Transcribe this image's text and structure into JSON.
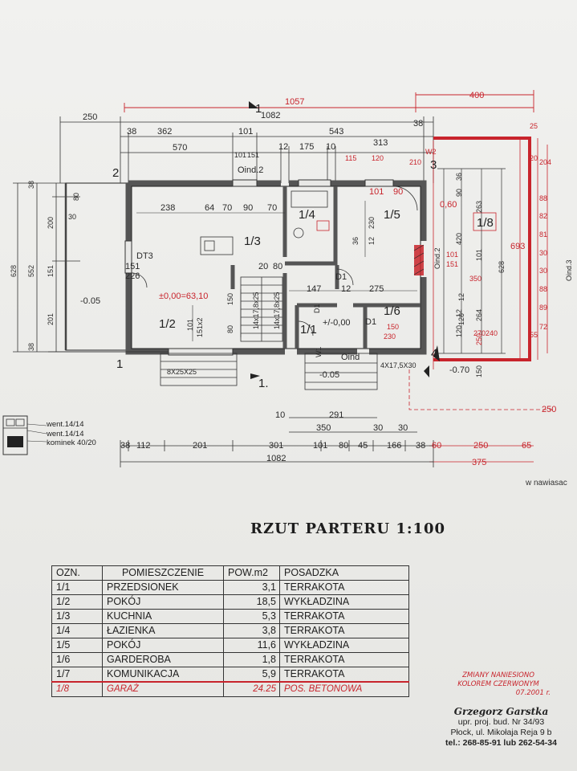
{
  "plan": {
    "title": "RZUT PARTERU 1:100",
    "side_note": "w nawiasac",
    "top_dims": {
      "red_total": "1057",
      "red_garage": "400",
      "total": "1082",
      "row1_left": "250",
      "row2": [
        "38",
        "362",
        "101",
        "543",
        "38"
      ],
      "row3": [
        "570",
        "101",
        "151",
        "12",
        "175",
        "10",
        "313"
      ],
      "oind2": "Oind.2"
    },
    "bottom_dims": {
      "row1": [
        "10",
        "291"
      ],
      "row1b": [
        "350",
        "30",
        "30"
      ],
      "row2": [
        "38",
        "112",
        "201",
        "301",
        "101",
        "80",
        "45",
        "166",
        "38"
      ],
      "row2_red": [
        "60",
        "250",
        "65"
      ],
      "total": "1082",
      "total_red": "375",
      "right_red": "250"
    },
    "left_dims": [
      "38",
      "80",
      "200",
      "30",
      "628",
      "552",
      "151",
      "201",
      "38"
    ],
    "inner_dims": [
      "238",
      "64",
      "70",
      "90",
      "70",
      "151",
      "226",
      "150",
      "80",
      "101",
      "151x2",
      "20",
      "80",
      "147",
      "12",
      "275",
      "230",
      "36",
      "12",
      "14x17,8x25",
      "14x17,8x25",
      "120",
      "12",
      "101"
    ],
    "right_dims": [
      "420",
      "628",
      "263",
      "36",
      "101",
      "151",
      "350",
      "264",
      "120",
      "250",
      "150",
      "90",
      "12"
    ],
    "red_dims": [
      "101",
      "90",
      "115",
      "120",
      "210",
      "W2",
      "0,60",
      "693",
      "204",
      "88",
      "82",
      "81",
      "30",
      "30",
      "88",
      "89",
      "72",
      "20",
      "55",
      "25",
      "270",
      "240",
      "150",
      "230"
    ],
    "labels": {
      "axis1": "1",
      "axis2": "2",
      "axis3": "3",
      "axis4": "4",
      "axis1b": "1.",
      "dt3": "DT3",
      "d1a": "D1",
      "d1b": "D1",
      "d1c": "D1",
      "w1": "W1",
      "oind": "Oind",
      "oind2v": "Oind.2",
      "oind3": "Oind.3",
      "stair_a": "8X25X25",
      "stair_b": "4X17,5X30",
      "level_main": "±0,00=63,10",
      "level_zero": "+/-0,00",
      "lvl_terrace": "-0.05",
      "lvl_entry": "-0.05",
      "lvl_garage": "-0.70",
      "small_150": "150",
      "small_230": "230"
    },
    "rooms": {
      "r11": "1/1",
      "r12": "1/2",
      "r13": "1/3",
      "r14": "1/4",
      "r15": "1/5",
      "r16": "1/6",
      "r18": "1/8"
    }
  },
  "legend": {
    "vent1": "went.14/14",
    "vent2": "went.14/14",
    "chimney": "kominek 40/20"
  },
  "table": {
    "headers": [
      "OZN.",
      "POMIESZCZENIE",
      "POW.m2",
      "POSADZKA"
    ],
    "rows": [
      [
        "1/1",
        "PRZEDSIONEK",
        "3,1",
        "TERRAKOTA"
      ],
      [
        "1/2",
        "POKÓJ",
        "18,5",
        "WYKŁADZINA"
      ],
      [
        "1/3",
        "KUCHNIA",
        "5,3",
        "TERRAKOTA"
      ],
      [
        "1/4",
        "ŁAZIENKA",
        "3,8",
        "TERRAKOTA"
      ],
      [
        "1/5",
        "POKÓJ",
        "11,6",
        "WYKŁADZINA"
      ],
      [
        "1/6",
        "GARDEROBA",
        "1,8",
        "TERRAKOTA"
      ],
      [
        "1/7",
        "KOMUNIKACJA",
        "5,9",
        "TERRAKOTA"
      ]
    ],
    "red_row": [
      "1/8",
      "GARAŻ",
      "24.25",
      "POS. BETONOWA"
    ]
  },
  "red_note": {
    "line1": "ZMIANY NANIESIONO",
    "line2": "KOLOREM CZERWONYM",
    "line3": "07.2001 r."
  },
  "stamp": {
    "name": "Grzegorz Garstka",
    "license": "upr. proj. bud. Nr 34/93",
    "address": "Płock, ul. Mikołaja Reja 9 b",
    "phone": "tel.: 268-85-91 lub 262-54-34"
  },
  "colors": {
    "ink": "#2a2a2a",
    "red": "#c8242c",
    "paper": "#efefed"
  }
}
